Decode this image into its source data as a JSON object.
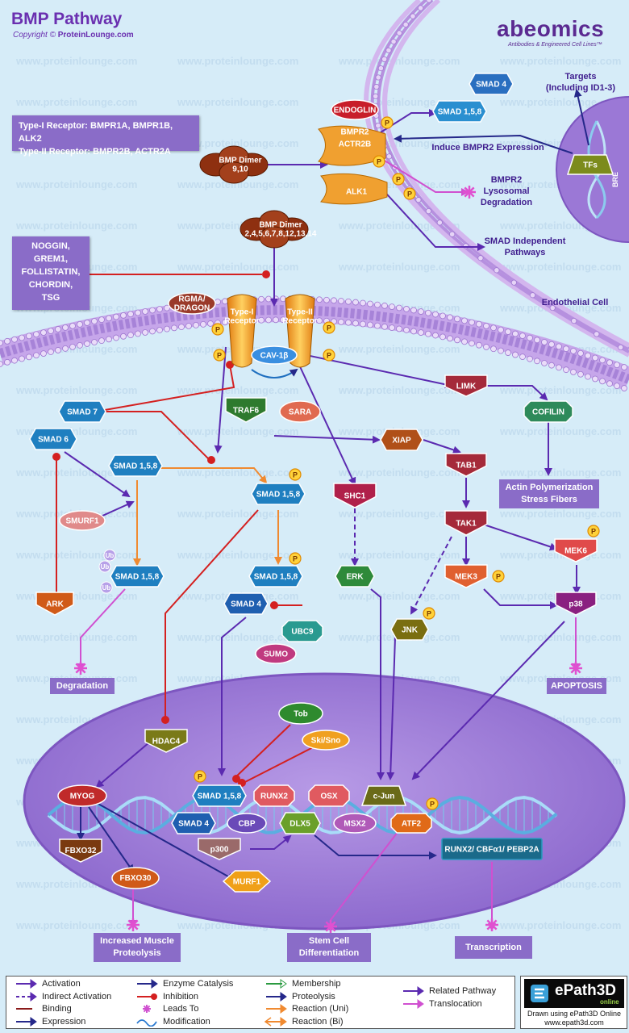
{
  "header": {
    "title": "BMP Pathway",
    "copyright_prefix": "Copyright © ",
    "copyright_site": "ProteinLounge.com",
    "watermark": "www.proteinlounge.com"
  },
  "brand": {
    "name": "abeomics",
    "tagline": "Antibodies & Engineered Cell Lines™"
  },
  "receptor_info": {
    "line1": "Type-I Receptor: BMPR1A, BMPR1B, ALK2",
    "line2": "Type-II Receptor: BMPR2B, ACTR2A"
  },
  "antagonists": [
    "NOGGIN,",
    "GREM1,",
    "FOLLISTATIN,",
    "CHORDIN,",
    "TSG"
  ],
  "labels": {
    "targets": [
      "Targets",
      "(Including ID1-3)"
    ],
    "induce_bmpr2": "Induce BMPR2 Expression",
    "lysosomal": [
      "BMPR2",
      "Lysosomal",
      "Degradation"
    ],
    "smad_independent": [
      "SMAD Independent",
      "Pathways"
    ],
    "endothelial": "Endothelial Cell",
    "bre": "BRE",
    "type1_receptor": [
      "Type-I",
      "Receptor"
    ],
    "type2_receptor": [
      "Type-II",
      "Receptor"
    ],
    "phospho": "P",
    "ub": "Ub"
  },
  "nodes": {
    "smad4_top": "SMAD 4",
    "smad158_top": "SMAD 1,5,8",
    "endoglin": "ENDOGLIN",
    "bmpr2": "BMPR2",
    "actr2b": "ACTR2B",
    "alk1": "ALK1",
    "tfs": "TFs",
    "bmp_dimer_910": [
      "BMP Dimer",
      "9,10"
    ],
    "bmp_dimer_main": [
      "BMP Dimer",
      "2,4,5,6,7,8,12,13,14"
    ],
    "rgma": [
      "RGMA/",
      "DRAGON"
    ],
    "cav1b": "CAV-1β",
    "traf6": "TRAF6",
    "sara": "SARA",
    "limk": "LIMK",
    "cofilin": "COFILIN",
    "smad7": "SMAD 7",
    "smad6": "SMAD 6",
    "xiap": "XIAP",
    "tab1": "TAB1",
    "smad158_a": "SMAD 1,5,8",
    "smad158_b": "SMAD 1,5,8",
    "shc1": "SHC1",
    "smurf1": "SMURF1",
    "tak1": "TAK1",
    "mek6": "MEK6",
    "smad158_c": "SMAD 1,5,8",
    "smad158_d": "SMAD 1,5,8",
    "erk": "ERK",
    "mek3": "MEK3",
    "ark": "ARK",
    "smad4_mid": "SMAD 4",
    "p38": "p38",
    "jnk": "JNK",
    "ubc9": "UBC9",
    "sumo": "SUMO",
    "tob": "Tob",
    "ski": "Ski/Sno",
    "hdac4": "HDAC4",
    "myog": "MYOG",
    "smad158_n": "SMAD 1,5,8",
    "runx2": "RUNX2",
    "osx": "OSX",
    "cjun": "c-Jun",
    "smad4_n": "SMAD 4",
    "cbp": "CBP",
    "dlx5": "DLX5",
    "msx2": "MSX2",
    "atf2": "ATF2",
    "fbxo32": "FBXO32",
    "p300": "p300",
    "runx2_cbf": "RUNX2/ CBFα1/ PEBP2A",
    "fbxo30": "FBXO30",
    "murf1": "MURF1"
  },
  "outcomes": {
    "actin": [
      "Actin Polymerization",
      "Stress Fibers"
    ],
    "degradation": "Degradation",
    "apoptosis": "APOPTOSIS",
    "muscle": [
      "Increased Muscle",
      "Proteolysis"
    ],
    "stem": [
      "Stem Cell",
      "Differentiation"
    ],
    "transcription": "Transcription"
  },
  "legend": {
    "col1": [
      "Activation",
      "Indirect Activation",
      "Binding",
      "Expression"
    ],
    "col2": [
      "Enzyme Catalysis",
      "Inhibition",
      "Leads To",
      "Modification"
    ],
    "col3": [
      "Membership",
      "Proteolysis",
      "Reaction (Uni)",
      "Reaction (Bi)"
    ],
    "col4": [
      "Related Pathway",
      "Translocation"
    ]
  },
  "epath": {
    "logo": "ePath3D",
    "online": "online",
    "line1": "Drawn using ePath3D Online",
    "line2": "www.epath3d.com"
  },
  "colors": {
    "background": "#d6ecf8",
    "activation": "#5b2ab0",
    "inhibition": "#d42020",
    "translocation": "#d050d0",
    "reaction": "#f08a30",
    "expression": "#25288a"
  }
}
